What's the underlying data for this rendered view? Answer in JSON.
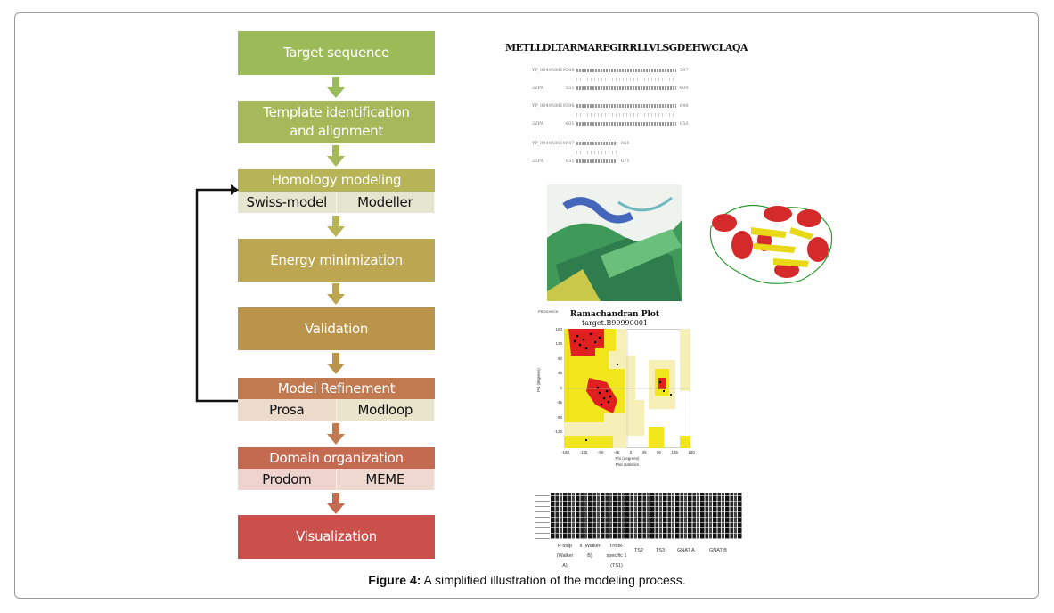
{
  "flowchart": {
    "steps": [
      {
        "label": "Target sequence",
        "color": "#9bbb59"
      },
      {
        "label": "Template identification and alignment",
        "color": "#a5b85a"
      },
      {
        "label": "Homology modeling",
        "color": "#b6b457",
        "tools": [
          "Swiss-model",
          "Modeller"
        ]
      },
      {
        "label": "Energy minimization",
        "color": "#bca651"
      },
      {
        "label": "Validation",
        "color": "#b9944a"
      },
      {
        "label": "Model Refinement",
        "color": "#c17a50",
        "tools": [
          "Prosa",
          "Modloop"
        ]
      },
      {
        "label": "Domain organization",
        "color": "#c46a50",
        "tools": [
          "Prodom",
          "MEME"
        ]
      },
      {
        "label": "Visualization",
        "color": "#c9504b"
      }
    ]
  },
  "sequence": {
    "header": "METLLDLTARMAREGIRRLLVLSGDEHWCLAQA"
  },
  "alignment": {
    "rows": [
      {
        "name": "YP_004958019.",
        "start": "548",
        "end": "597"
      },
      {
        "name": "2ZPA",
        "start": "551",
        "end": "600"
      },
      {
        "name": "YP_004958019.",
        "start": "598",
        "end": "646"
      },
      {
        "name": "2ZPA",
        "start": "601",
        "end": "650"
      },
      {
        "name": "YP_004958019.",
        "start": "647",
        "end": "666"
      },
      {
        "name": "2ZPA",
        "start": "651",
        "end": "671"
      }
    ]
  },
  "ramachandran": {
    "header": "PROCHECK",
    "title": "Ramachandran Plot",
    "subtitle": "target.B99990001",
    "xlabel": "Phi (degrees)",
    "ylabel": "Psi (degrees)",
    "footer": "Plot statistics",
    "xticks": [
      "-180",
      "-135",
      "-90",
      "-45",
      "0",
      "45",
      "90",
      "135",
      "180"
    ],
    "yticks": [
      "180",
      "135",
      "90",
      "45",
      "0",
      "-45",
      "-90",
      "-135"
    ]
  },
  "msa": {
    "motifs": [
      "P-loop (Walker A)",
      "II (Walker B)",
      "Trook-specific 1 (TS1)",
      "TS2",
      "TS3",
      "GNAT A",
      "GNAT B"
    ]
  },
  "caption": {
    "label": "Figure 4:",
    "text": " A simplified illustration of the modeling process."
  }
}
